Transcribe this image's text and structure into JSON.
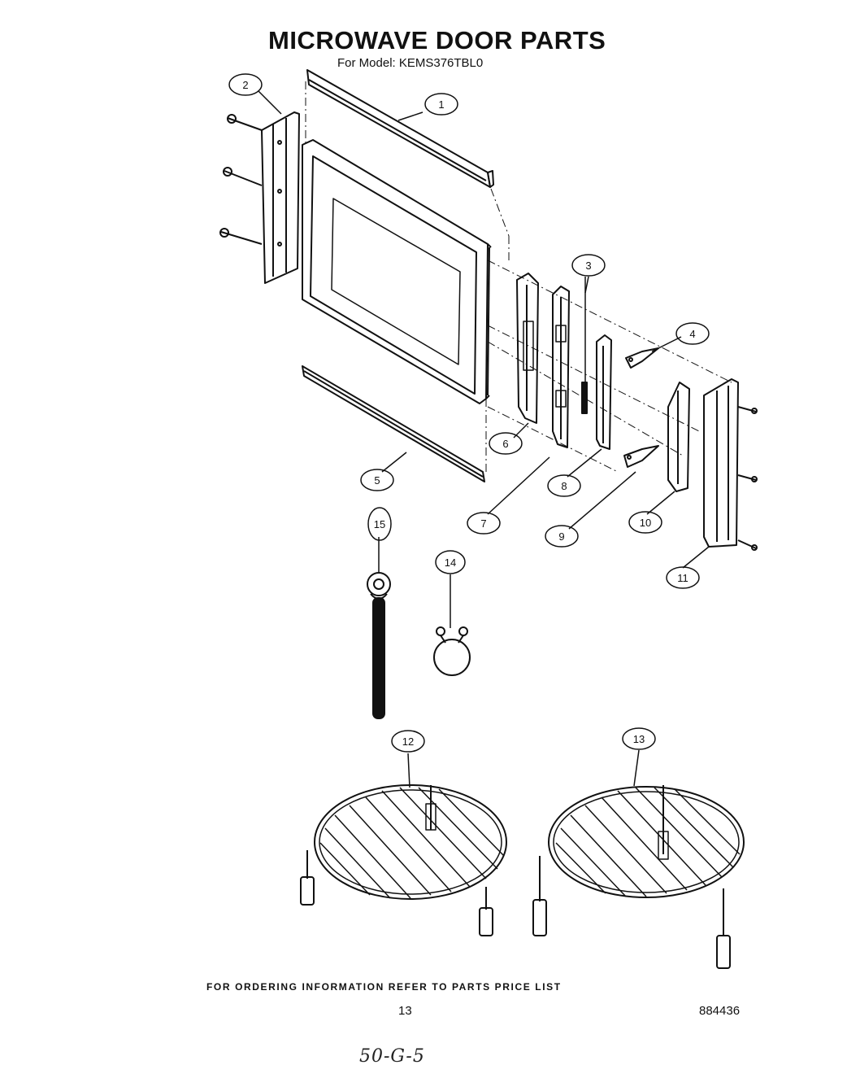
{
  "header": {
    "title": "MICROWAVE DOOR PARTS",
    "subtitle": "For Model: KEMS376TBL0"
  },
  "callouts": [
    "1",
    "2",
    "3",
    "4",
    "5",
    "6",
    "7",
    "8",
    "9",
    "10",
    "11",
    "12",
    "13",
    "14",
    "15"
  ],
  "footer": {
    "ordering_note": "FOR ORDERING INFORMATION REFER TO PARTS PRICE LIST",
    "page_number": "13",
    "document_number": "884436",
    "handwritten_note": "50-G-5"
  }
}
